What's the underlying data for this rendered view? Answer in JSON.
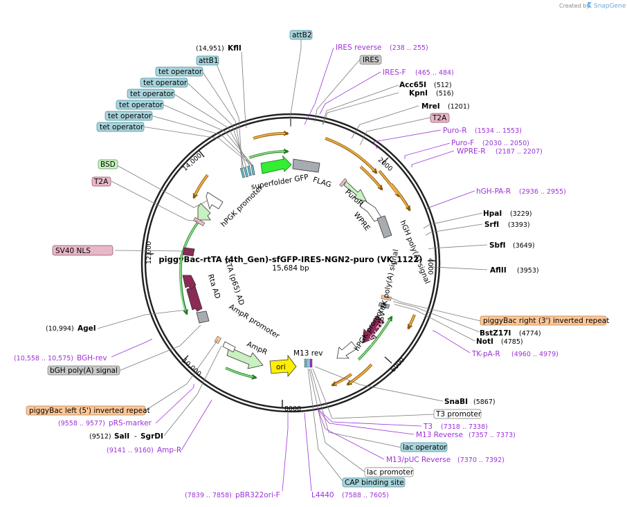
{
  "brand": {
    "prefix": "Created by",
    "name": "SnapGene"
  },
  "plasmid": {
    "name": "piggyBac-rtTA (4th_Gen)-sfGFP-IRES-NGN2-puro (VK_1122)",
    "size": "15,684 bp"
  },
  "ticks": [
    "2000",
    "4000",
    "6000",
    "8000",
    "10,000",
    "12,000",
    "14,000"
  ],
  "inner_labels": [
    "superfolder GFP",
    "FLAG",
    "PuroR",
    "WPRE",
    "hGH poly(A) signal",
    "HSV TK poly(A) signal",
    "HSV TK",
    "hPGK promoter",
    "M13 rev",
    "ori",
    "AmpR",
    "AmpR promoter",
    "rtTA (p65) AD",
    "Rta AD",
    "hPGK promoter"
  ],
  "labels": [
    {
      "name": "attB2",
      "style": "teal"
    },
    {
      "name": "KflI",
      "coord": "(14,951)",
      "bold": true
    },
    {
      "name": "attB1",
      "style": "teal"
    },
    {
      "name": "tet operator",
      "style": "teal"
    },
    {
      "name": "tet operator",
      "style": "teal"
    },
    {
      "name": "tet operator",
      "style": "teal"
    },
    {
      "name": "tet operator",
      "style": "teal"
    },
    {
      "name": "tet operator",
      "style": "teal"
    },
    {
      "name": "tet operator",
      "style": "teal"
    },
    {
      "name": "IRES reverse",
      "coord": "(238 .. 255)",
      "style": "primer"
    },
    {
      "name": "IRES",
      "style": "gray"
    },
    {
      "name": "IRES-F",
      "coord": "(465 .. 484)",
      "style": "primer"
    },
    {
      "name": "Acc65I",
      "coord": "(512)",
      "bold": true
    },
    {
      "name": "KpnI",
      "coord": "(516)",
      "bold": true
    },
    {
      "name": "MreI",
      "coord": "(1201)",
      "bold": true
    },
    {
      "name": "T2A",
      "style": "pink"
    },
    {
      "name": "Puro-R",
      "coord": "(1534 .. 1553)",
      "style": "primer"
    },
    {
      "name": "Puro-F",
      "coord": "(2030 .. 2050)",
      "style": "primer"
    },
    {
      "name": "WPRE-R",
      "coord": "(2187 .. 2207)",
      "style": "primer"
    },
    {
      "name": "BSD",
      "style": "green"
    },
    {
      "name": "T2A",
      "style": "pink"
    },
    {
      "name": "hGH-PA-R",
      "coord": "(2936 .. 2955)",
      "style": "primer"
    },
    {
      "name": "HpaI",
      "coord": "(3229)",
      "bold": true
    },
    {
      "name": "SrfI",
      "coord": "(3393)",
      "bold": true
    },
    {
      "name": "SbfI",
      "coord": "(3649)",
      "bold": true
    },
    {
      "name": "AflII",
      "coord": "(3953)",
      "bold": true
    },
    {
      "name": "SV40 NLS",
      "style": "pink"
    },
    {
      "name": "piggyBac right (3') inverted repeat",
      "style": "orange"
    },
    {
      "name": "BstZ17I",
      "coord": "(4774)",
      "bold": true
    },
    {
      "name": "NotI",
      "coord": "(4785)",
      "bold": true
    },
    {
      "name": "TK-pA-R",
      "coord": "(4960 .. 4979)",
      "style": "primer"
    },
    {
      "name": "AgeI",
      "coord": "(10,994)",
      "bold": true
    },
    {
      "name": "BGH-rev",
      "coord": "(10,558 .. 10,575)",
      "style": "primer"
    },
    {
      "name": "bGH poly(A) signal",
      "style": "gray"
    },
    {
      "name": "SnaBI",
      "coord": "(5867)",
      "bold": true
    },
    {
      "name": "T3 promoter",
      "style": "white"
    },
    {
      "name": "T3",
      "coord": "(7318 .. 7338)",
      "style": "primer"
    },
    {
      "name": "M13 Reverse",
      "coord": "(7357 .. 7373)",
      "style": "primer"
    },
    {
      "name": "lac operator",
      "style": "teal"
    },
    {
      "name": "M13/pUC Reverse",
      "coord": "(7370 .. 7392)",
      "style": "primer"
    },
    {
      "name": "lac promoter",
      "style": "white"
    },
    {
      "name": "CAP binding site",
      "style": "teal"
    },
    {
      "name": "piggyBac left (5') inverted repeat",
      "style": "orange"
    },
    {
      "name": "pRS-marker",
      "coord": "(9558 .. 9577)",
      "style": "primer"
    },
    {
      "name": "SalI",
      "coord": "(9512)",
      "bold": true
    },
    {
      "name": "SgrDI",
      "bold": true
    },
    {
      "name": "Amp-R",
      "coord": "(9141 .. 9160)",
      "style": "primer"
    },
    {
      "name": "pBR322ori-F",
      "coord": "(7839 .. 7858)",
      "style": "primer"
    },
    {
      "name": "L4440",
      "coord": "(7588 .. 7605)",
      "style": "primer"
    }
  ],
  "colors": {
    "teal": "#a8d4dc",
    "gray": "#c8c8c8",
    "pink": "#e8b8c8",
    "green": "#c8f0c0",
    "orange": "#fcc89a",
    "primer": "#9b30d9",
    "gfp": "#33ee33",
    "hsvtk": "#8b2a55",
    "ori": "#ffee00"
  }
}
